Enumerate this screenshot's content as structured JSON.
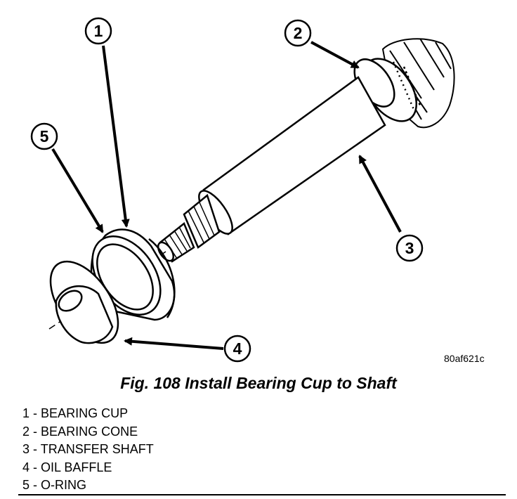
{
  "figure": {
    "code": "80af621c",
    "caption": "Fig. 108 Install Bearing Cup to Shaft"
  },
  "callouts": [
    "1",
    "2",
    "3",
    "4",
    "5"
  ],
  "legend": [
    {
      "num": "1",
      "sep": "-",
      "label": "BEARING CUP"
    },
    {
      "num": "2",
      "sep": "-",
      "label": "BEARING CONE"
    },
    {
      "num": "3",
      "sep": "-",
      "label": "TRANSFER SHAFT"
    },
    {
      "num": "4",
      "sep": "-",
      "label": "OIL BAFFLE"
    },
    {
      "num": "5",
      "sep": "-",
      "label": "O-RING"
    }
  ]
}
